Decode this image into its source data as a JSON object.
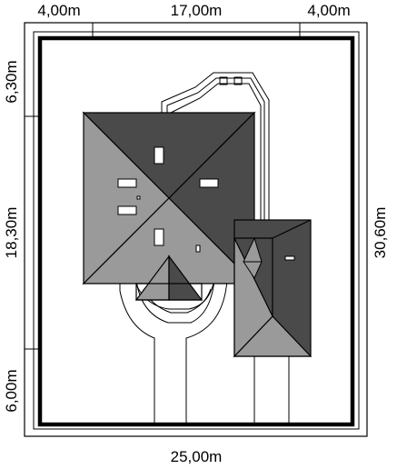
{
  "plot_site_plan": {
    "dimensions": {
      "top_left": "4,00m",
      "top_center": "17,00m",
      "top_right": "4,00m",
      "left_top": "6,30m",
      "left_middle": "18,30m",
      "left_bottom": "6,00m",
      "right_total": "30,60m",
      "bottom_total": "25,00m"
    },
    "colors": {
      "roof_dark": "#4a4a4a",
      "roof_light": "#9a9a9a",
      "outline": "#000000",
      "background": "#ffffff"
    }
  }
}
